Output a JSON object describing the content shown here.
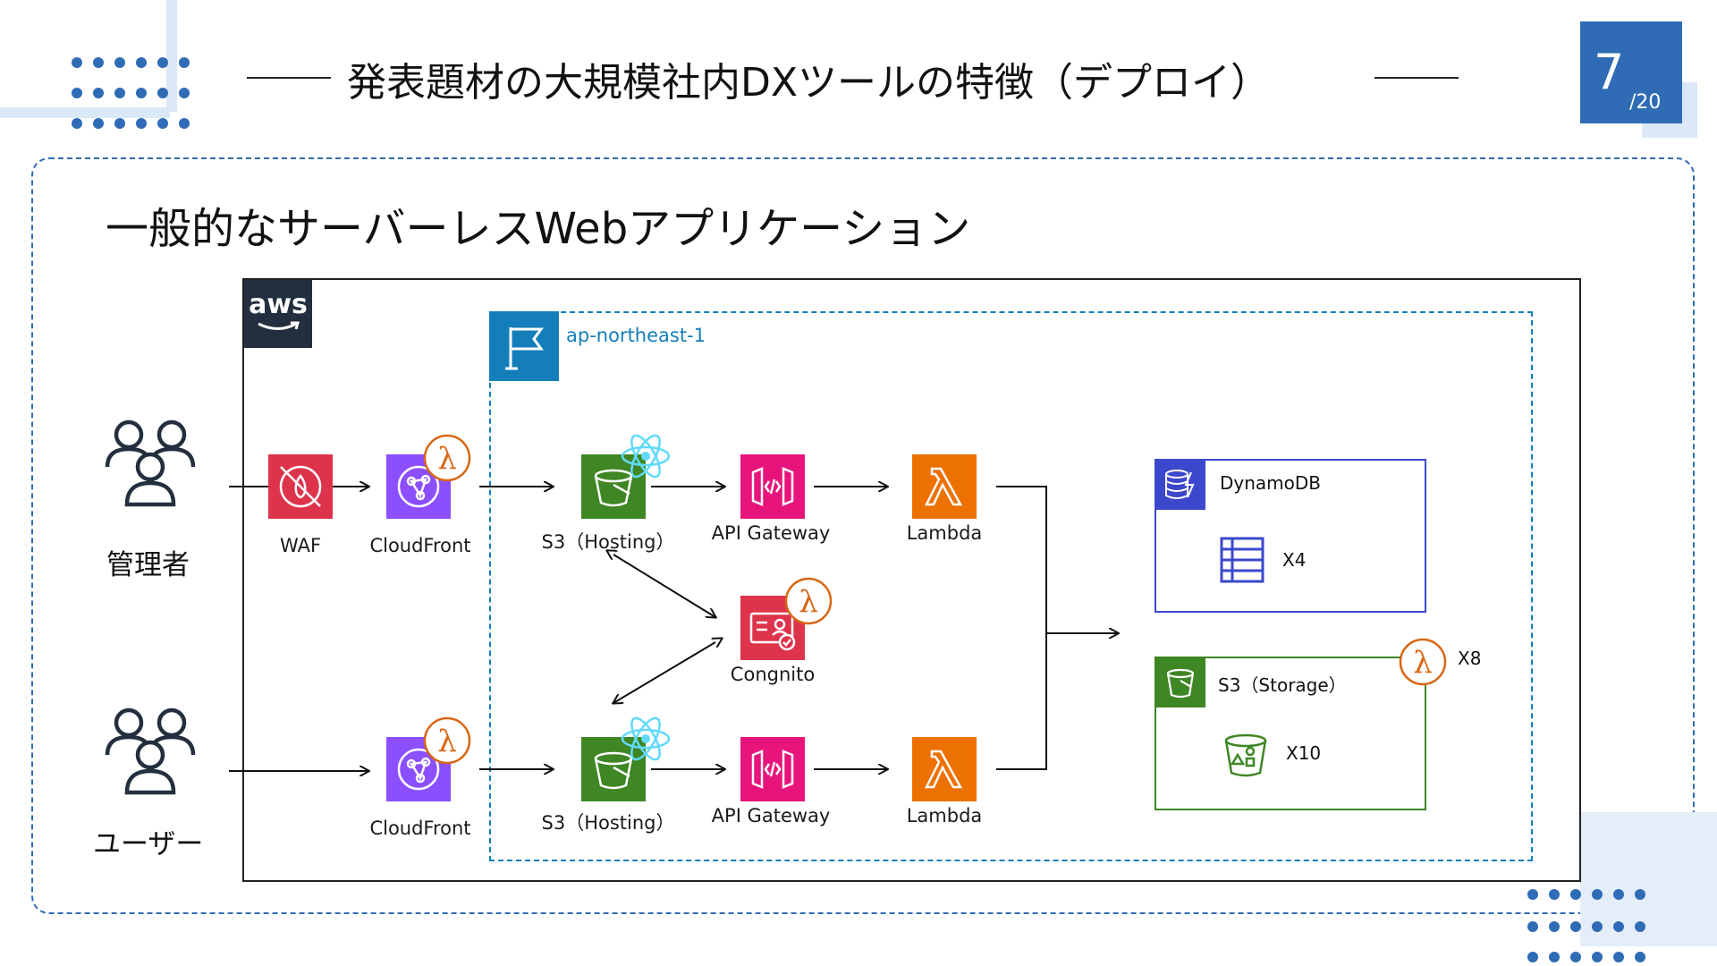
{
  "header": {
    "title": "発表題材の大規模社内DXツールの特徴（デプロイ）",
    "page_current": "7",
    "page_total": "/20"
  },
  "content": {
    "subtitle": "一般的なサーバーレスWebアプリケーション"
  },
  "diagram": {
    "aws_badge": "aws",
    "region_label": "ap-northeast-1",
    "actors": {
      "admin": "管理者",
      "user": "ユーザー"
    },
    "nodes": {
      "waf": "WAF",
      "cloudfront_top": "CloudFront",
      "cloudfront_bottom": "CloudFront",
      "s3_hosting_top": "S3（Hosting）",
      "s3_hosting_bottom": "S3（Hosting）",
      "api_gateway_top": "API Gateway",
      "api_gateway_bottom": "API Gateway",
      "lambda_top": "Lambda",
      "lambda_bottom": "Lambda",
      "cognito": "Congnito"
    },
    "dynamodb": {
      "title": "DynamoDB",
      "count": "X4"
    },
    "s3_storage": {
      "title": "S3（Storage）",
      "count": "X10",
      "lambda_count": "X8"
    }
  },
  "colors": {
    "brand_blue": "#2f6cb5",
    "light_blue": "#dbe8f7",
    "waf_red": "#dd344c",
    "cloudfront_purple": "#8c4fff",
    "s3_green": "#3f8624",
    "api_pink": "#e7157b",
    "lambda_orange": "#ed7100",
    "cognito_red": "#dd344c",
    "dynamodb_blue": "#3b48cc",
    "region_blue": "#147eba",
    "aws_dark": "#232f3e",
    "react_cyan": "#61dafb"
  }
}
